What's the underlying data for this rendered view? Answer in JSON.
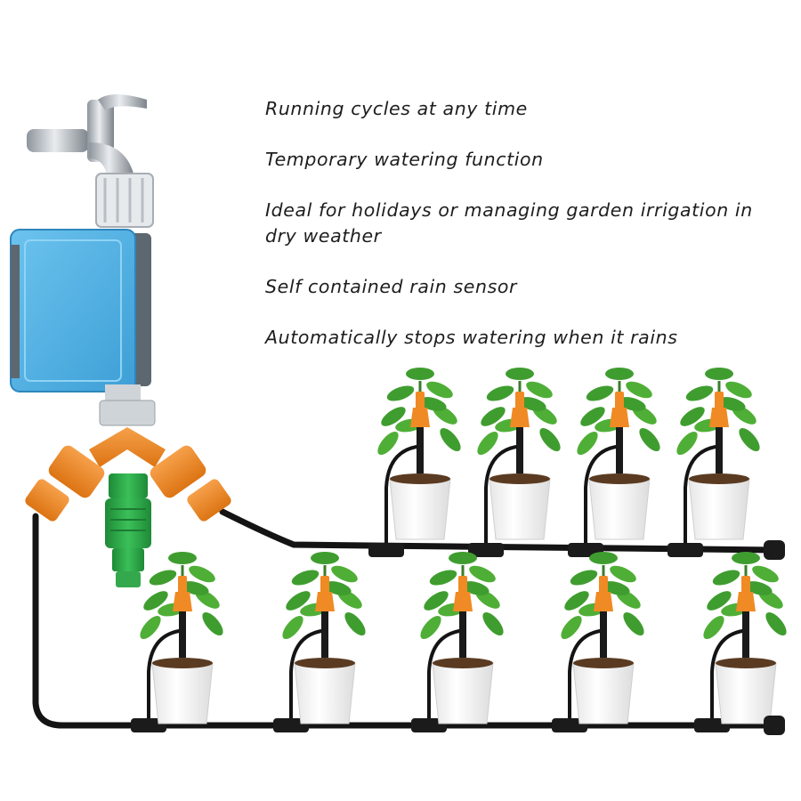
{
  "features": [
    "Running cycles at any time",
    "Temporary watering function",
    "Ideal for holidays or managing garden irrigation in dry weather",
    "Self contained rain sensor",
    "Automatically stops watering when it rains"
  ],
  "colors": {
    "timer_body": "#4fb1e3",
    "timer_side": "#5d6770",
    "connector_orange": "#f08a24",
    "valve_green": "#2fa84a",
    "tube_black": "#141414",
    "leaf_green": "#3f9d2f",
    "pot_white": "#f7f7f7",
    "faucet_silver": "#b9bec4"
  },
  "illustration": {
    "top_row_plants": 4,
    "bottom_row_plants": 5
  }
}
